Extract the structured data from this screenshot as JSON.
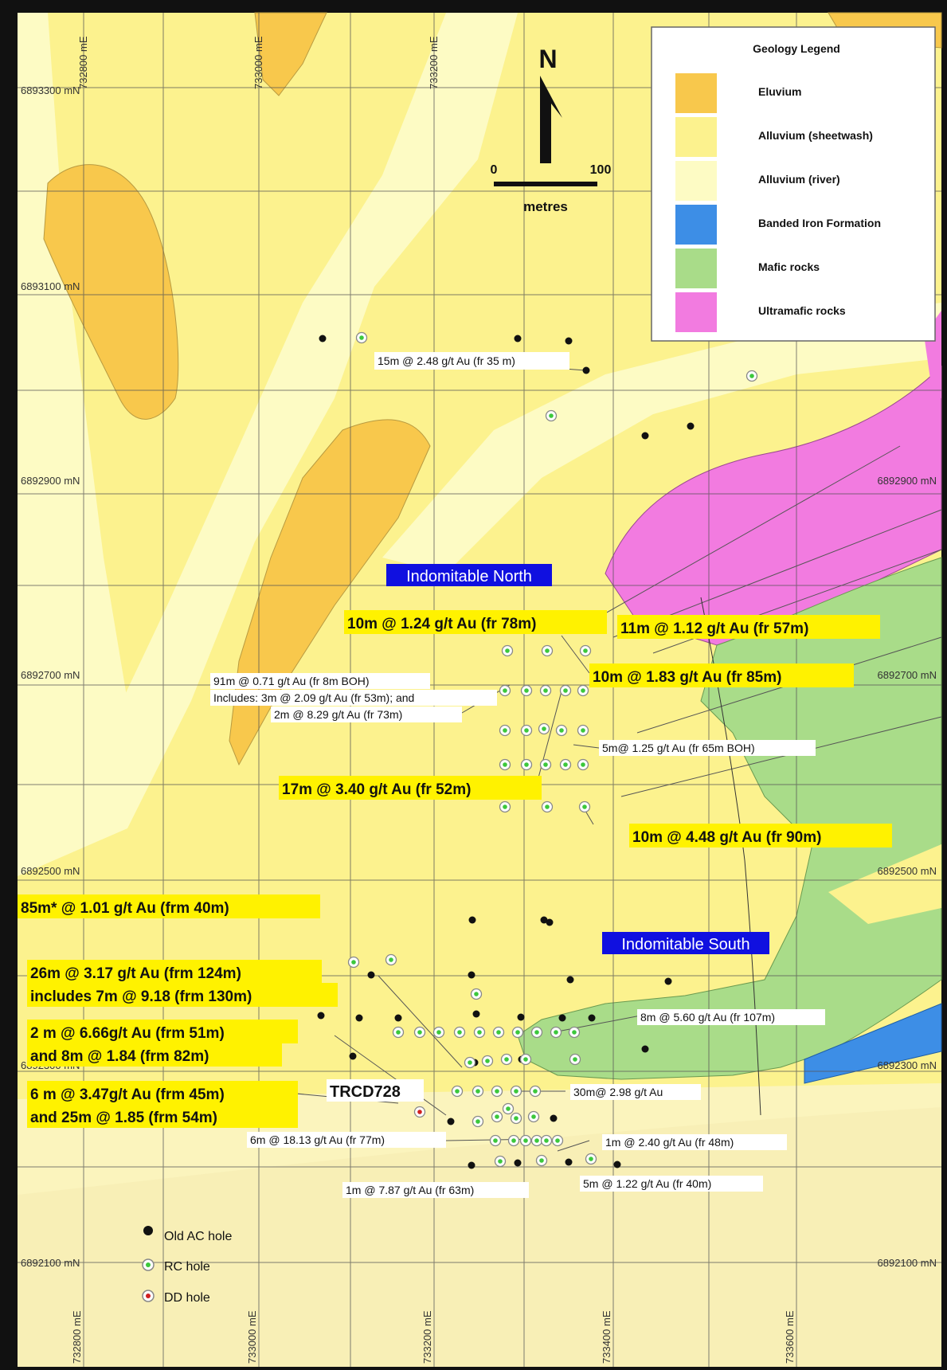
{
  "colors": {
    "eluvium": "#F8C84C",
    "alluvium_sheetwash": "#FCF28E",
    "alluvium_river": "#FDFBC4",
    "bif": "#3D8EE6",
    "mafic": "#A9DC89",
    "ultramafic": "#F27BE0",
    "highlight": "#FFF200",
    "place_bg": "#1010E0",
    "rc_ring": "#3CC83C",
    "dd_ring": "#D02020"
  },
  "legend": {
    "title": "Geology Legend",
    "items": [
      {
        "label": "Eluvium",
        "color": "#F8C84C"
      },
      {
        "label": "Alluvium (sheetwash)",
        "color": "#FCF28E"
      },
      {
        "label": "Alluvium (river)",
        "color": "#FDFBC4"
      },
      {
        "label": "Banded Iron Formation",
        "color": "#3D8EE6"
      },
      {
        "label": "Mafic rocks",
        "color": "#A9DC89"
      },
      {
        "label": "Ultramafic rocks",
        "color": "#F27BE0"
      }
    ]
  },
  "north": {
    "label": "N"
  },
  "scalebar": {
    "start": "0",
    "end": "100",
    "unit": "metres"
  },
  "grid": {
    "easting_labels": [
      "732800 mE",
      "733000 mE",
      "733200 mE",
      "733400 mE",
      "733600 mE"
    ],
    "northing_labels_left": [
      "6893300 mN",
      "6893100 mN",
      "6892900 mN",
      "6892700 mN",
      "6892500 mN",
      "6892300 mN",
      "6892100 mN"
    ],
    "northing_labels_right": [
      "6892900 mN",
      "6892700 mN",
      "6892500 mN",
      "6892300 mN",
      "6892100 mN"
    ]
  },
  "places": {
    "north": "Indomitable North",
    "south": "Indomitable South"
  },
  "hole_label": "TRCD728",
  "hole_legend": {
    "ac": "Old AC hole",
    "rc": "RC hole",
    "dd": "DD hole"
  },
  "annotations_small": {
    "a1": "15m @ 2.48 g/t Au (fr 35 m)",
    "a2": "91m @ 0.71 g/t Au (fr 8m BOH)",
    "a3": "Includes: 3m @ 2.09 g/t Au (fr 53m); and",
    "a4": "2m @ 8.29 g/t Au (fr 73m)",
    "a5": "5m@ 1.25 g/t Au (fr 65m BOH)",
    "a6": "8m @ 5.60 g/t Au (fr 107m)",
    "a7": "30m@ 2.98 g/t Au",
    "a8": "6m @ 18.13 g/t Au (fr 77m)",
    "a9": "1m @ 2.40 g/t Au (fr 48m)",
    "a10": "5m @ 1.22 g/t Au (fr 40m)",
    "a11": "1m @ 7.87 g/t Au (fr 63m)"
  },
  "annotations_big": {
    "b1": "10m @ 1.24 g/t Au (fr 78m)",
    "b2": "11m @ 1.12 g/t Au (fr 57m)",
    "b3": "10m @ 1.83 g/t Au (fr 85m)",
    "b4": "17m @ 3.40 g/t Au (fr 52m)",
    "b5": "10m @ 4.48 g/t Au (fr 90m)",
    "b6": "85m* @ 1.01 g/t Au (frm 40m)",
    "b7": "26m @ 3.17 g/t Au (frm 124m)",
    "b8": "includes 7m @ 9.18 (frm 130m)",
    "b9": "2 m @ 6.66g/t Au (frm 51m)",
    "b10": "and 8m @ 1.84 (frm 82m)",
    "b11": "6 m @ 3.47g/t Au (frm 45m)",
    "b12": "and 25m @ 1.85 (frm 54m)"
  }
}
